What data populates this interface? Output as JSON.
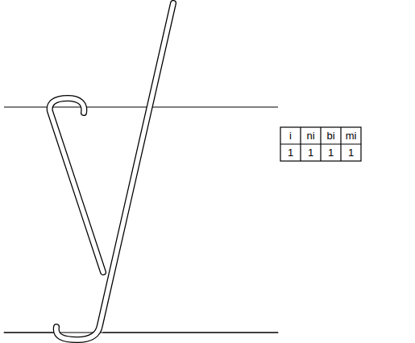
{
  "diagram": {
    "labels": [
      "i",
      "ni",
      "bi",
      "mi",
      "1",
      "1",
      "1",
      "1"
    ]
  }
}
